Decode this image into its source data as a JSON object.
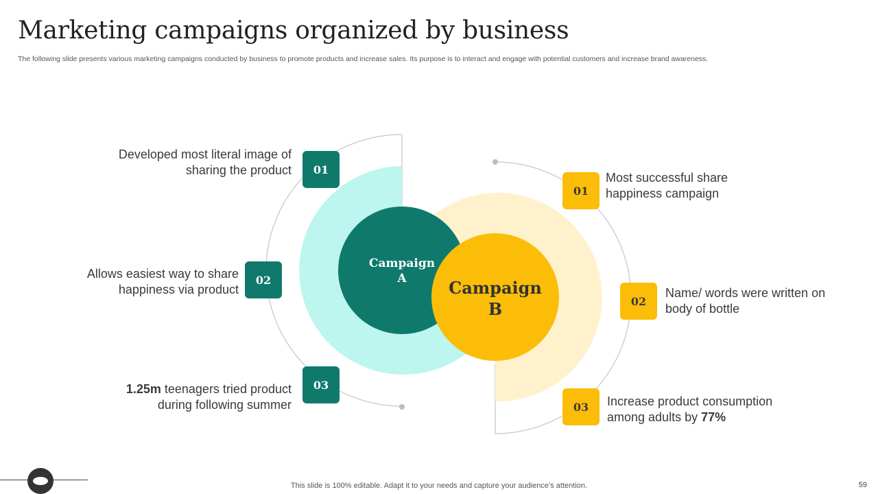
{
  "header": {
    "title": "Marketing campaigns organized by business",
    "subtitle": "The following slide presents various marketing campaigns conducted by business to promote products and increase sales. Its purpose is to interact and engage with potential customers and increase brand awareness."
  },
  "campaign_a": {
    "label_line1": "Campaign",
    "label_line2": "A",
    "items": [
      {
        "num": "01",
        "text_line1": "Developed most literal image of",
        "text_line2": "sharing the product"
      },
      {
        "num": "02",
        "text_line1": "Allows easiest way to share",
        "text_line2": "happiness via product"
      },
      {
        "num": "03",
        "text_bold": "1.25m",
        "text_line1": " teenagers tried product",
        "text_line2": "during following summer"
      }
    ]
  },
  "campaign_b": {
    "label_line1": "Campaign",
    "label_line2": "B",
    "items": [
      {
        "num": "01",
        "text_line1": "Most successful share",
        "text_line2": "happiness campaign"
      },
      {
        "num": "02",
        "text_line1": "Name/ words were written on",
        "text_line2": "body of bottle"
      },
      {
        "num": "03",
        "text_line1": "Increase product consumption",
        "text_line2_pre": "among adults by ",
        "text_bold": "77%"
      }
    ]
  },
  "colors": {
    "teal": "#0f7a6c",
    "teal_light": "#bdf5ef",
    "gold": "#fbbd08",
    "gold_light": "#fff1cc"
  },
  "footer": {
    "note": "This slide is 100% editable. Adapt it to your needs and capture your audience’s attention.",
    "page_number": "59"
  }
}
